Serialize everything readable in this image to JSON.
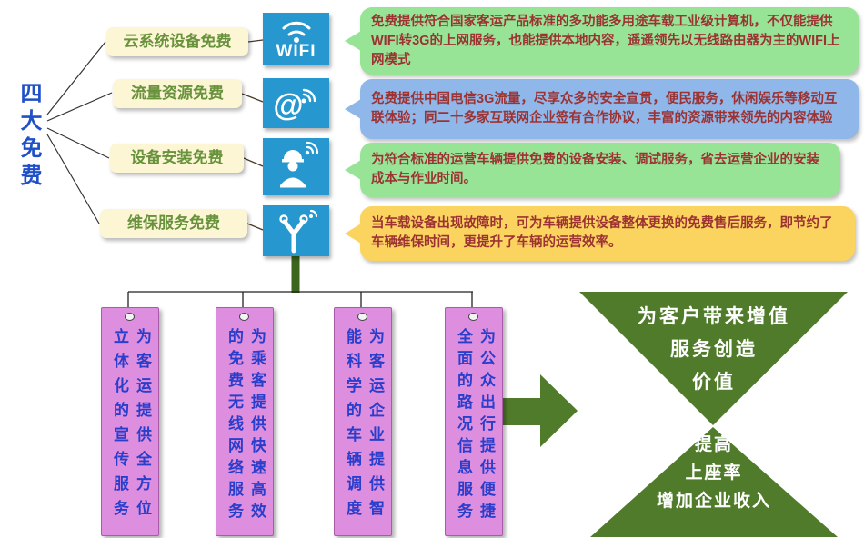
{
  "left_title": {
    "text": "四大免费"
  },
  "colors": {
    "title_blue": "#2050c8",
    "tile_blue": "#2697cf",
    "label_bg": "#fdf6d5",
    "label_text": "#68923c",
    "purple_box": "#de8ede",
    "purple_text": "#2a3ecc",
    "green_shape": "#4f7b2a",
    "bubble_text": "#9c3232"
  },
  "categories": [
    {
      "label": "云系统设备免费",
      "icon": "wifi-icon",
      "icon_caption": "WIFI",
      "bubble_color": "#97e497",
      "bubble_text": "免费提供符合国家客运产品标准的多功能多用途车载工业级计算机，不仅能提供WIFI转3G的上网服务，也能提供本地内容，遥遥领先以无线路由器为主的WIFI上网模式"
    },
    {
      "label": "流量资源免费",
      "icon": "at-signal-icon",
      "bubble_color": "#8fb7ea",
      "bubble_text": "免费提供中国电信3G流量，尽享众多的安全宣贯，便民服务，休闲娱乐等移动互联体验；同二十多家互联网企业签有合作协议，丰富的资源带来领先的内容体验"
    },
    {
      "label": "设备安装免费",
      "icon": "installer-icon",
      "bubble_color": "#97e497",
      "bubble_text": "为符合标准的运营车辆提供免费的设备安装、调试服务，省去运营企业的安装成本与作业时间。"
    },
    {
      "label": "维保服务免费",
      "icon": "maintenance-icon",
      "bubble_color": "#fbd460",
      "bubble_text": "当车载设备出现故障时，可为车辆提供设备整体更换的免费售后服务，即节约了车辆维保时间，更提升了车辆的运营效率。"
    }
  ],
  "services": [
    {
      "col1": "为客运提供全方位",
      "col2": "立体化的宣传服务"
    },
    {
      "col1": "为乘客提供快速高效",
      "col2": "的免费无线网络服务"
    },
    {
      "col1": "为客运企业提供智",
      "col2": "能科学的车辆调度"
    },
    {
      "col1": "为公众出行提供便捷",
      "col2": "全面的路况信息服务"
    }
  ],
  "outcome": {
    "top": [
      "为客户带来增值",
      "服务创造",
      "价值"
    ],
    "bottom": [
      "提高",
      "上座率",
      "增加企业收入"
    ]
  }
}
